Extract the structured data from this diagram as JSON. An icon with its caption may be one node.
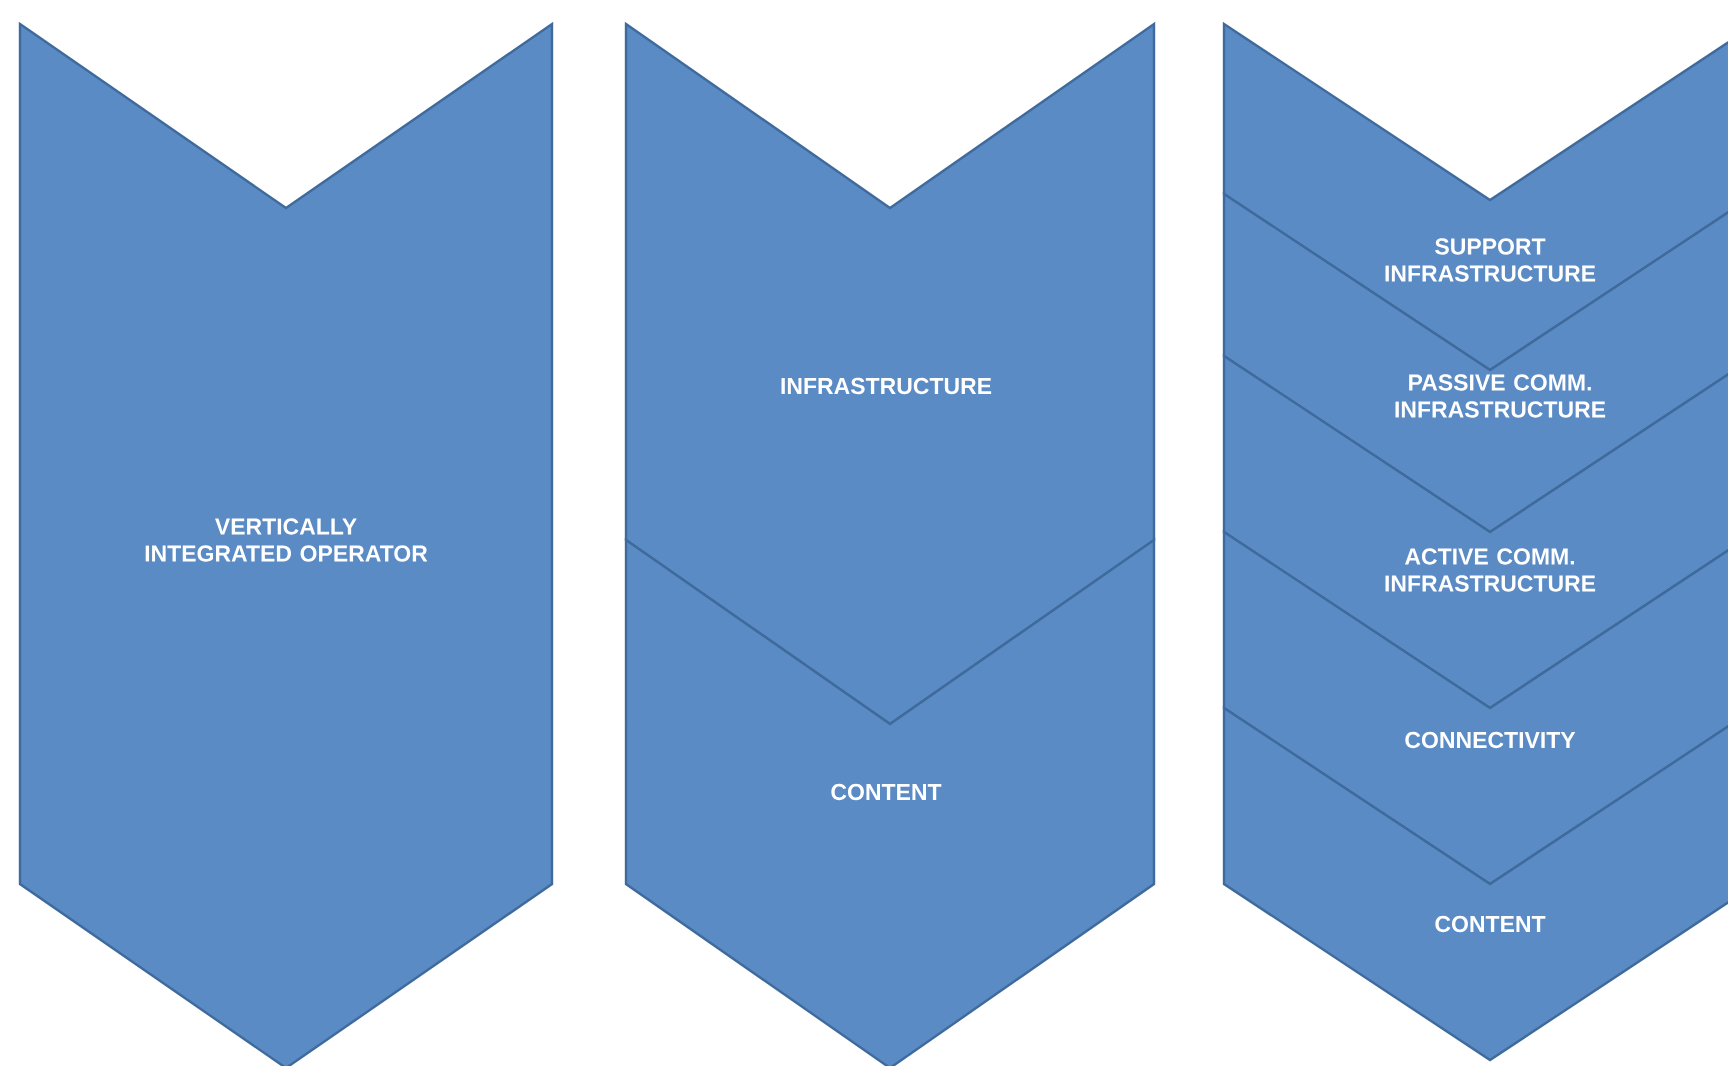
{
  "diagram": {
    "nodes": [
      {
        "text": [
          "VERTICALLY INTEGRATED OPERATOR"
        ]
      },
      {
        "text": [
          "INFRASTRUCTURE"
        ]
      },
      {
        "text": [
          "CONTENT"
        ]
      },
      {
        "text": [
          "SUPPORT INFRASTRUCTURE"
        ]
      },
      {
        "text": [
          "PASSIVE COMM. INFRASTRUCTURE"
        ]
      },
      {
        "text": [
          "ACTIVE COMM. INFRASTRUCTURE"
        ]
      },
      {
        "text": [
          "CONNECTIVITY"
        ]
      },
      {
        "text": [
          "CONTENT"
        ]
      }
    ]
  }
}
